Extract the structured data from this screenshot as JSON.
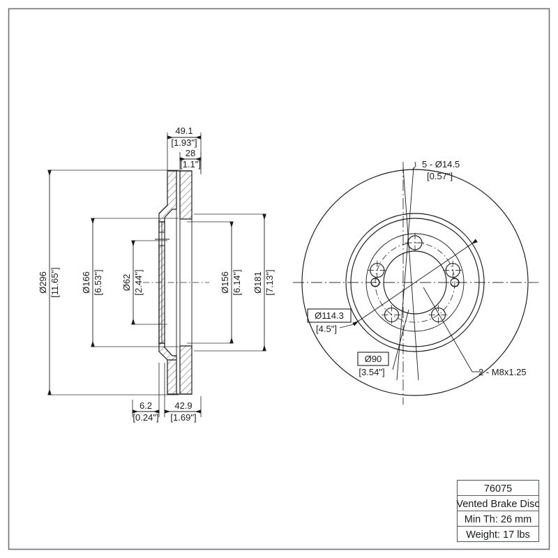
{
  "drawing": {
    "title_block": {
      "part_number": "76075",
      "description": "Vented Brake Disc",
      "min_thickness": "Min Th: 26 mm",
      "weight": "Weight: 17 lbs"
    },
    "section_view": {
      "width_overall_mm": "49.1",
      "width_overall_in": "[1.93\"]",
      "width_inner_mm": "28",
      "width_inner_in": "[1.1\"]",
      "offset_mm": "6.2",
      "offset_in": "[0.24\"]",
      "hat_depth_mm": "42.9",
      "hat_depth_in": "[1.69\"]",
      "dia_outer_mm": "Ø296",
      "dia_outer_in": "[11.65\"]",
      "dia_hat_mm": "Ø166",
      "dia_hat_in": "[6.53\"]",
      "dia_bore_mm": "Ø62",
      "dia_bore_in": "[2.44\"]",
      "dia_inner_mm": "Ø156",
      "dia_inner_in": "[6.14\"]",
      "dia_mid_mm": "Ø181",
      "dia_mid_in": "[7.13\"]"
    },
    "front_view": {
      "lug_callout_line1": "5 - Ø14.5",
      "lug_callout_line2": "[0.57\"]",
      "bolt_circle_mm": "Ø114.3",
      "bolt_circle_in": "[4.5\"]",
      "hub_bore_mm": "Ø90",
      "hub_bore_in": "[3.54\"]",
      "thread_callout": "2 - M8x1.25"
    },
    "colors": {
      "line": "#1a1a1a",
      "border": "#6e7276",
      "background": "#ffffff"
    }
  }
}
